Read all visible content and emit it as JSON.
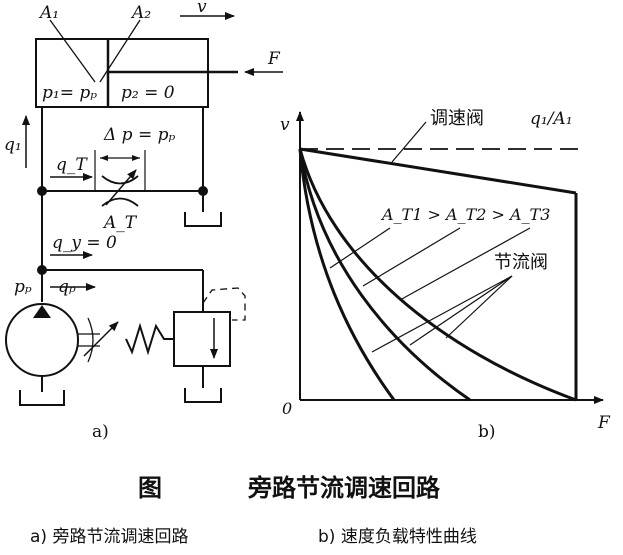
{
  "figure": {
    "caption_prefix": "图",
    "caption_title": "旁路节流调速回路",
    "sub_caption_a": "a)  旁路节流调速回路",
    "sub_caption_b": "b)  速度负载特性曲线"
  },
  "circuit": {
    "label_A1": "A₁",
    "label_A2": "A₂",
    "label_v": "v",
    "label_F": "F",
    "label_p1": "p₁= pₚ",
    "label_p2": "p₂ = 0",
    "label_q1": "q₁",
    "label_qT": "q_T",
    "label_dp": "Δ p = pₚ",
    "label_AT": "A_T",
    "label_qy": "q_y = 0",
    "label_pp": "pₚ",
    "label_qp": "qₚ",
    "panel_label": "a)"
  },
  "graph": {
    "axis_y_label": "v",
    "axis_x_label": "F",
    "origin_label": "0",
    "regulator_label": "调速阀",
    "ideal_label": "q₁/A₁",
    "area_relation": "A_T1 > A_T2 > A_T3",
    "throttle_label": "节流阀",
    "panel_label": "b)"
  },
  "colors": {
    "ink": "#111111",
    "background": "#ffffff"
  }
}
